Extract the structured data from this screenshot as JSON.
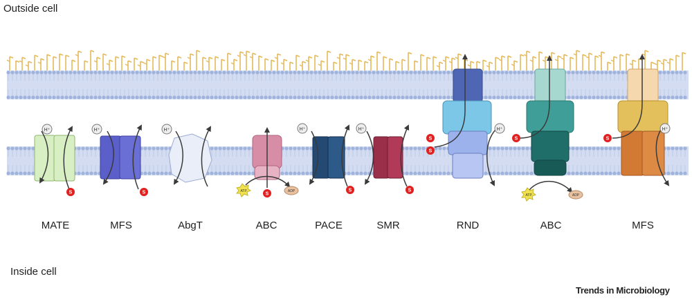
{
  "labels": {
    "outside": "Outside cell",
    "inside": "Inside cell",
    "journal": "Trends in Microbiology"
  },
  "symbols": {
    "proton": "H⁺",
    "substrate": "S",
    "atp": "ATP",
    "adp": "ADP"
  },
  "pumps": [
    {
      "id": "mate",
      "label": "MATE",
      "color": "#d8efc4"
    },
    {
      "id": "mfs",
      "label": "MFS",
      "color": "#5a5fc9"
    },
    {
      "id": "abgt",
      "label": "AbgT",
      "color": "#e9eef8"
    },
    {
      "id": "abc",
      "label": "ABC",
      "color": "#d88da6"
    },
    {
      "id": "pace",
      "label": "PACE",
      "color": "#244a74"
    },
    {
      "id": "smr",
      "label": "SMR",
      "color": "#9a2f4a"
    },
    {
      "id": "rnd",
      "label": "RND",
      "color": "#8ea4df"
    },
    {
      "id": "abc-tripartite",
      "label": "ABC",
      "color": "#1f6e6a"
    },
    {
      "id": "mfs-tripartite",
      "label": "MFS",
      "color": "#d27a34"
    }
  ],
  "colors": {
    "membrane_head": "#9fb3dc",
    "membrane_band": "#d3dcf0",
    "lps": "#e5b95a",
    "substrate": "#e0211f",
    "atp": "#f1e24f",
    "adp": "#e8c2a0",
    "arrow": "#3a3a3a"
  }
}
